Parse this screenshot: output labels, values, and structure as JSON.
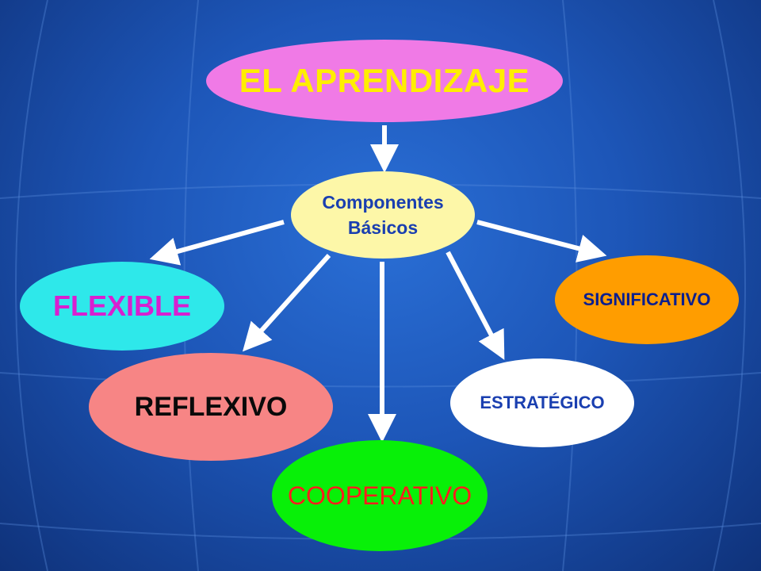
{
  "diagram": {
    "root": {
      "label": "EL APRENDIZAJE"
    },
    "center": {
      "line1": "Componentes",
      "line2": "Básicos"
    },
    "branches": {
      "flexible": {
        "label": "FLEXIBLE"
      },
      "reflexivo": {
        "label": "REFLEXIVO"
      },
      "cooperativo": {
        "label": "COOPERATIVO"
      },
      "estrategico": {
        "label": "ESTRATÉGICO"
      },
      "significativo": {
        "label": "SIGNIFICATIVO"
      }
    }
  },
  "colors": {
    "root_fill": "#f07ae6",
    "root_text": "#ffee00",
    "center_fill": "#fdf7a8",
    "center_text": "#1a3fb0",
    "flexible_fill": "#2ee8ea",
    "flexible_text": "#d81fd0",
    "reflexivo_fill": "#f78585",
    "cooperativo_fill": "#08f008",
    "cooperativo_text": "#ff1d1d",
    "estrategico_fill": "#ffffff",
    "significativo_fill": "#ff9d00",
    "arrow": "#ffffff",
    "background": "#1d56b8"
  }
}
